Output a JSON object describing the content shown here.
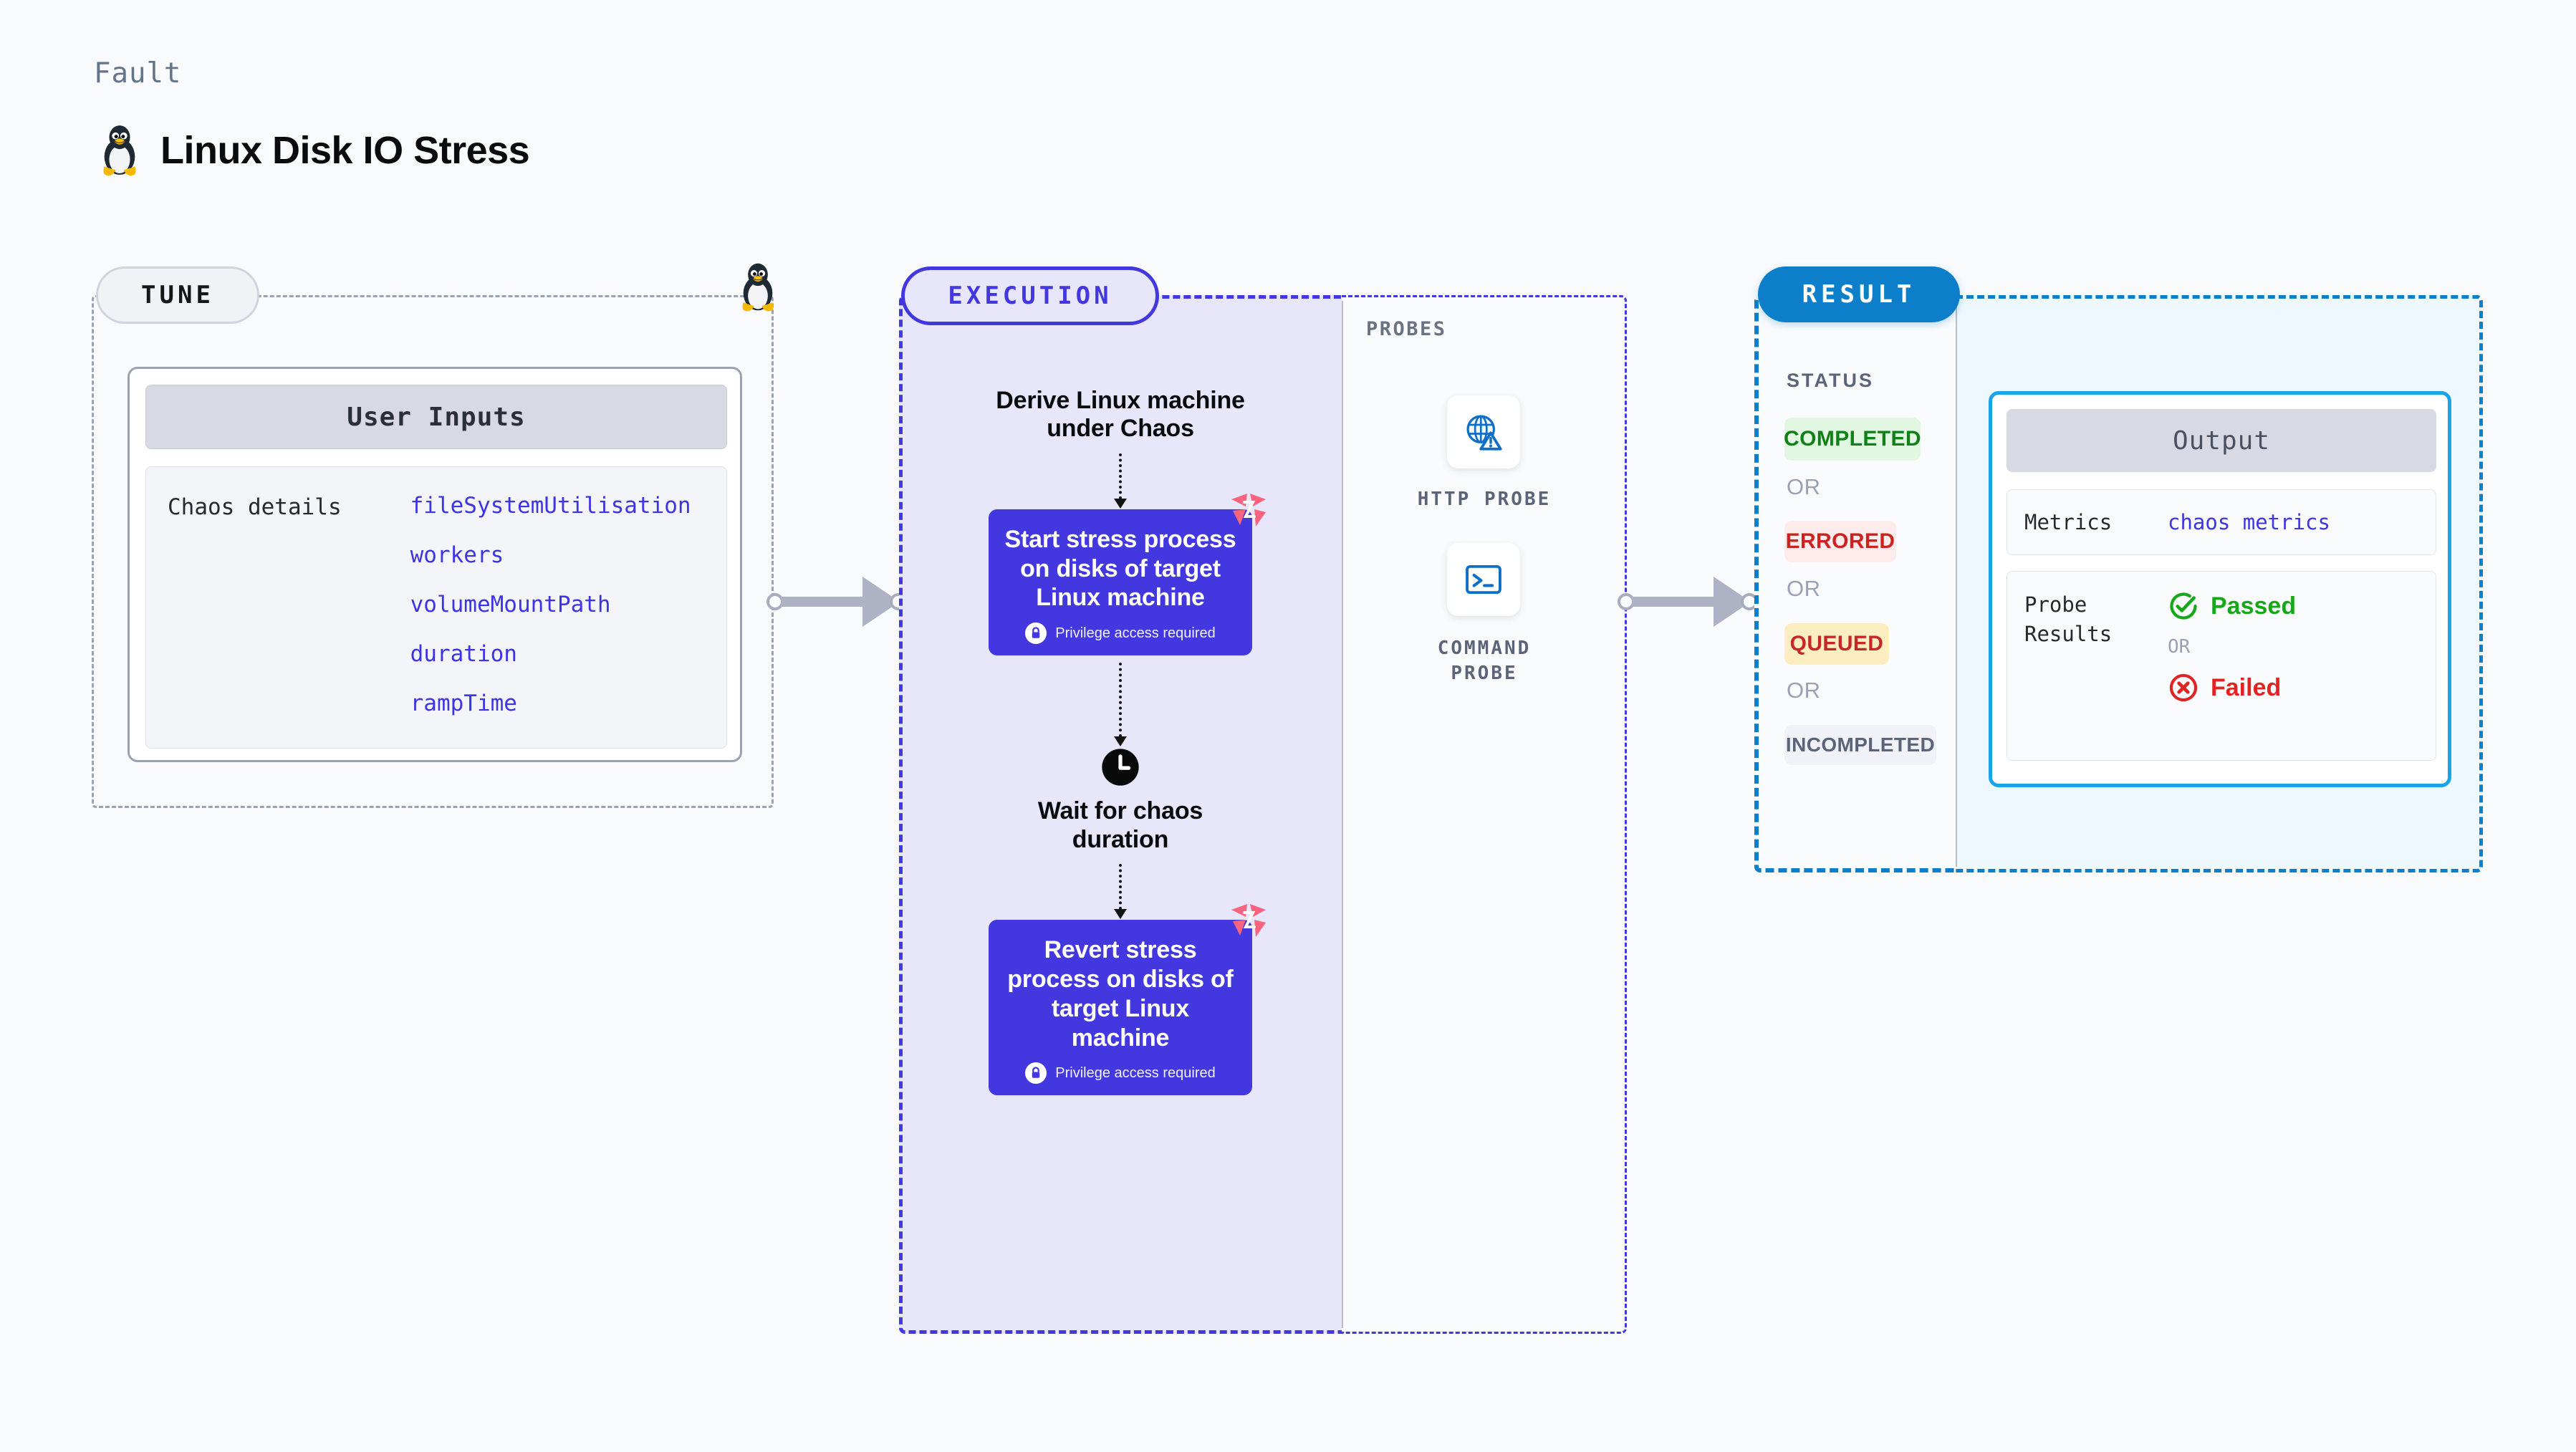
{
  "header": {
    "kicker": "Fault",
    "title": "Linux Disk IO Stress",
    "icon": "linux-penguin-icon"
  },
  "tune": {
    "pill_label": "TUNE",
    "marker_icon": "linux-penguin-icon",
    "card": {
      "header": "User Inputs",
      "row_label": "Chaos details",
      "values": [
        "fileSystemUtilisation",
        "workers",
        "volumeMountPath",
        "duration",
        "rampTime"
      ]
    }
  },
  "execution": {
    "pill_label": "EXECUTION",
    "steps": [
      {
        "type": "text",
        "name": "derive-step",
        "label": "Derive Linux machine\nunder Chaos"
      },
      {
        "type": "action",
        "name": "start-stress-step",
        "label": "Start stress process on disks of target Linux machine",
        "privilege_note": "Privilege access required",
        "privilege_icon": "lock-icon",
        "corner_icon": "harness-logo-icon"
      },
      {
        "type": "wait",
        "name": "wait-step",
        "icon": "clock-icon",
        "label": "Wait for chaos\nduration"
      },
      {
        "type": "action",
        "name": "revert-stress-step",
        "label": "Revert stress process on disks of target Linux machine",
        "privilege_note": "Privilege access required",
        "privilege_icon": "lock-icon",
        "corner_icon": "harness-logo-icon"
      }
    ]
  },
  "probes": {
    "title": "PROBES",
    "items": [
      {
        "icon": "globe-warning-icon",
        "label": "HTTP PROBE"
      },
      {
        "icon": "terminal-icon",
        "label": "COMMAND\nPROBE"
      }
    ]
  },
  "result": {
    "pill_label": "RESULT",
    "status_title": "STATUS",
    "or_label": "OR",
    "badges": [
      {
        "label": "COMPLETED",
        "text_color": "#118019",
        "bg_color": "#e1f7e2"
      },
      {
        "label": "ERRORED",
        "text_color": "#cc2222",
        "bg_color": "#fdeceb"
      },
      {
        "label": "QUEUED",
        "text_color": "#c62828",
        "bg_color": "#fdeec1"
      },
      {
        "label": "INCOMPLETED",
        "text_color": "#5b6479",
        "bg_color": "#f1f2f7"
      }
    ]
  },
  "output": {
    "header": "Output",
    "rows": [
      {
        "key": "Metrics",
        "value": "chaos metrics",
        "value_color": "#3d34e3"
      },
      {
        "key": "Probe\nResults",
        "or_label": "OR",
        "results": [
          {
            "label": "Passed",
            "icon": "check-circle-icon",
            "color": "#17a81a"
          },
          {
            "label": "Failed",
            "icon": "x-circle-icon",
            "color": "#e02424"
          }
        ]
      }
    ]
  },
  "connectors": [
    {
      "name": "tune-to-execution-arrow"
    },
    {
      "name": "probes-to-result-arrow"
    }
  ],
  "palette": {
    "page_bg": "#f8fafc",
    "indigo": "#4338e0",
    "exec_bg": "#e7e6fb",
    "result_blue": "#0d7ec9",
    "output_bg": "#edf9fe",
    "pink": "#f9657f"
  }
}
